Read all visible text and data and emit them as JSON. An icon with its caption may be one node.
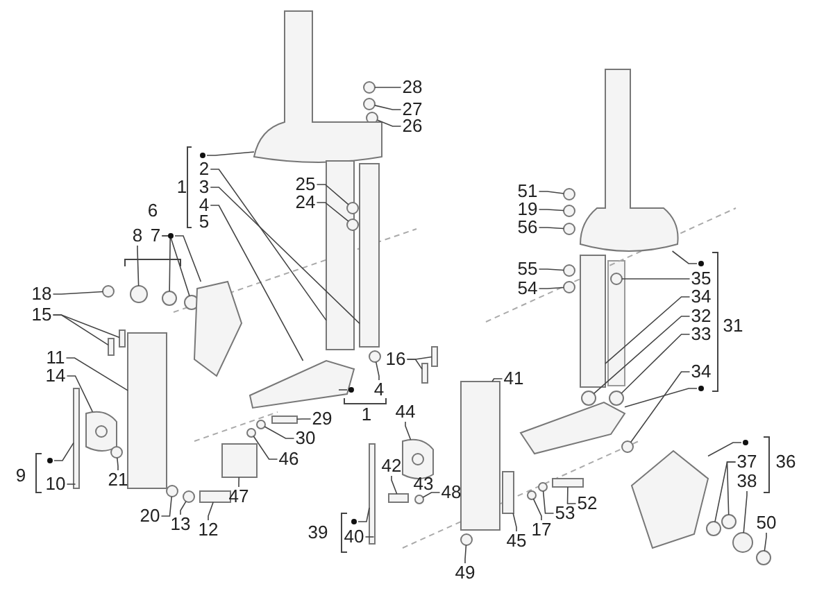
{
  "diagram": {
    "nodes": [
      {
        "text": [
          "28"
        ]
      },
      {
        "text": [
          "27"
        ]
      },
      {
        "text": [
          "26"
        ]
      },
      {
        "text": [],
        "shape": "dot"
      },
      {
        "text": [
          "2"
        ]
      },
      {
        "text": [
          "3"
        ]
      },
      {
        "text": [
          "4"
        ]
      },
      {
        "text": [
          "25"
        ]
      },
      {
        "text": [
          "24"
        ]
      },
      {
        "text": [
          "8"
        ]
      },
      {
        "text": [
          "7"
        ]
      },
      {
        "text": [],
        "shape": "dot"
      },
      {
        "text": [
          "18"
        ]
      },
      {
        "text": [
          "15"
        ]
      },
      {
        "text": [
          "11"
        ]
      },
      {
        "text": [
          "14"
        ]
      },
      {
        "text": [],
        "shape": "dot"
      },
      {
        "text": [
          "10"
        ]
      },
      {
        "text": [
          "21"
        ]
      },
      {
        "text": [
          "29"
        ]
      },
      {
        "text": [
          "30"
        ]
      },
      {
        "text": [
          "46"
        ]
      },
      {
        "text": [
          "47"
        ]
      },
      {
        "text": [
          "20"
        ]
      },
      {
        "text": [
          "13"
        ]
      },
      {
        "text": [
          "12"
        ]
      },
      {
        "text": [],
        "shape": "dot"
      },
      {
        "text": [
          "4"
        ]
      },
      {
        "text": [
          "16"
        ]
      },
      {
        "text": [
          "41"
        ]
      },
      {
        "text": [
          "44"
        ]
      },
      {
        "text": [
          "42"
        ]
      },
      {
        "text": [
          "48"
        ]
      },
      {
        "text": [],
        "shape": "dot"
      },
      {
        "text": [
          "40"
        ]
      },
      {
        "text": [
          "49"
        ]
      },
      {
        "text": [
          "45"
        ]
      },
      {
        "text": [
          "17"
        ]
      },
      {
        "text": [
          "53"
        ]
      },
      {
        "text": [
          "52"
        ]
      },
      {
        "text": [
          "51"
        ]
      },
      {
        "text": [
          "19"
        ]
      },
      {
        "text": [
          "56"
        ]
      },
      {
        "text": [
          "55"
        ]
      },
      {
        "text": [
          "54"
        ]
      },
      {
        "text": [],
        "shape": "dot"
      },
      {
        "text": [
          "35"
        ]
      },
      {
        "text": [
          "34"
        ]
      },
      {
        "text": [
          "32"
        ]
      },
      {
        "text": [
          "33"
        ]
      },
      {
        "text": [
          "34"
        ]
      },
      {
        "text": [],
        "shape": "dot"
      },
      {
        "text": [],
        "shape": "dot"
      },
      {
        "text": [
          "37"
        ]
      },
      {
        "text": [
          "38"
        ]
      },
      {
        "text": [
          "50"
        ]
      },
      {
        "text": [],
        "shape": "circle"
      },
      {
        "text": [],
        "shape": "circle"
      },
      {
        "text": [],
        "shape": "circle"
      },
      {
        "text": [],
        "shape": "picture"
      },
      {
        "text": [],
        "shape": "box"
      },
      {
        "text": [],
        "shape": "box"
      },
      {
        "text": [],
        "shape": "picture"
      },
      {
        "text": [],
        "shape": "circle"
      },
      {
        "text": [],
        "shape": "circle"
      },
      {
        "text": [],
        "shape": "circle"
      },
      {
        "text": [],
        "shape": "circle"
      },
      {
        "text": [],
        "shape": "circle"
      },
      {
        "text": [],
        "shape": "picture"
      },
      {
        "text": [],
        "shape": "circle"
      },
      {
        "text": [],
        "shape": "box"
      },
      {
        "text": [],
        "shape": "box"
      },
      {
        "text": [],
        "shape": "box"
      },
      {
        "text": [],
        "shape": "picture"
      },
      {
        "text": [],
        "shape": "box"
      },
      {
        "text": [],
        "shape": "circle"
      },
      {
        "text": [],
        "shape": "box"
      },
      {
        "text": [],
        "shape": "circle"
      },
      {
        "text": [],
        "shape": "circle"
      },
      {
        "text": [],
        "shape": "box"
      },
      {
        "text": [],
        "shape": "circle"
      },
      {
        "text": [],
        "shape": "circle"
      },
      {
        "text": [],
        "shape": "box"
      },
      {
        "text": [],
        "shape": "circle"
      },
      {
        "text": [],
        "shape": "box"
      },
      {
        "text": [],
        "shape": "box"
      },
      {
        "text": [],
        "shape": "box"
      },
      {
        "text": [],
        "shape": "picture"
      },
      {
        "text": [],
        "shape": "box"
      },
      {
        "text": [],
        "shape": "circle"
      },
      {
        "text": [],
        "shape": "box"
      },
      {
        "text": [],
        "shape": "circle"
      },
      {
        "text": [],
        "shape": "box"
      },
      {
        "text": [],
        "shape": "circle"
      },
      {
        "text": [],
        "shape": "circle"
      },
      {
        "text": [],
        "shape": "box"
      },
      {
        "text": [],
        "shape": "circle"
      },
      {
        "text": [],
        "shape": "circle"
      },
      {
        "text": [],
        "shape": "circle"
      },
      {
        "text": [],
        "shape": "circle"
      },
      {
        "text": [],
        "shape": "circle"
      },
      {
        "text": [],
        "shape": "picture"
      },
      {
        "text": [],
        "shape": "circle"
      },
      {
        "text": [],
        "shape": "box"
      },
      {
        "text": [],
        "shape": "circle"
      },
      {
        "text": [],
        "shape": "circle"
      },
      {
        "text": [],
        "shape": "circle"
      },
      {
        "text": [],
        "shape": "picture"
      },
      {
        "text": [],
        "shape": "picture"
      },
      {
        "text": [],
        "shape": "circle"
      },
      {
        "text": [],
        "shape": "circle"
      },
      {
        "text": [],
        "shape": "circle"
      },
      {
        "text": [],
        "shape": "circle"
      }
    ],
    "edges": [
      {
        "from": 0,
        "to": 56,
        "arrow": "none"
      },
      {
        "from": 1,
        "to": 57,
        "arrow": "none"
      },
      {
        "from": 2,
        "to": 58,
        "arrow": "none"
      },
      {
        "from": 3,
        "to": 59,
        "arrow": "none"
      },
      {
        "from": 4,
        "to": 60,
        "arrow": "none"
      },
      {
        "from": 5,
        "to": 61,
        "arrow": "none"
      },
      {
        "from": 6,
        "to": 62,
        "arrow": "none"
      },
      {
        "from": 7,
        "to": 63,
        "arrow": "none"
      },
      {
        "from": 8,
        "to": 64,
        "arrow": "none"
      },
      {
        "from": 9,
        "to": 65,
        "arrow": "none"
      },
      {
        "from": 10,
        "to": 66,
        "arrow": "none"
      },
      {
        "from": 10,
        "to": 67,
        "arrow": "none"
      },
      {
        "from": 11,
        "to": 68,
        "arrow": "none"
      },
      {
        "from": 12,
        "to": 69,
        "arrow": "none"
      },
      {
        "from": 13,
        "to": 70,
        "arrow": "none"
      },
      {
        "from": 13,
        "to": 71,
        "arrow": "none"
      },
      {
        "from": 14,
        "to": 72,
        "arrow": "none"
      },
      {
        "from": 15,
        "to": 73,
        "arrow": "none"
      },
      {
        "from": 16,
        "to": 74,
        "arrow": "none"
      },
      {
        "from": 17,
        "to": 74,
        "arrow": "none"
      },
      {
        "from": 18,
        "to": 75,
        "arrow": "none"
      },
      {
        "from": 19,
        "to": 76,
        "arrow": "none"
      },
      {
        "from": 20,
        "to": 77,
        "arrow": "none"
      },
      {
        "from": 21,
        "to": 78,
        "arrow": "none"
      },
      {
        "from": 22,
        "to": 79,
        "arrow": "none"
      },
      {
        "from": 23,
        "to": 80,
        "arrow": "none"
      },
      {
        "from": 24,
        "to": 81,
        "arrow": "none"
      },
      {
        "from": 25,
        "to": 82,
        "arrow": "none"
      },
      {
        "from": 26,
        "to": 62,
        "arrow": "none"
      },
      {
        "from": 27,
        "to": 83,
        "arrow": "none"
      },
      {
        "from": 28,
        "to": 84,
        "arrow": "none"
      },
      {
        "from": 28,
        "to": 85,
        "arrow": "none"
      },
      {
        "from": 29,
        "to": 86,
        "arrow": "none"
      },
      {
        "from": 30,
        "to": 87,
        "arrow": "none"
      },
      {
        "from": 31,
        "to": 88,
        "arrow": "none"
      },
      {
        "from": 32,
        "to": 89,
        "arrow": "none"
      },
      {
        "from": 33,
        "to": 90,
        "arrow": "none"
      },
      {
        "from": 34,
        "to": 90,
        "arrow": "none"
      },
      {
        "from": 35,
        "to": 91,
        "arrow": "none"
      },
      {
        "from": 36,
        "to": 92,
        "arrow": "none"
      },
      {
        "from": 37,
        "to": 93,
        "arrow": "none"
      },
      {
        "from": 38,
        "to": 94,
        "arrow": "none"
      },
      {
        "from": 39,
        "to": 95,
        "arrow": "none"
      },
      {
        "from": 40,
        "to": 96,
        "arrow": "none"
      },
      {
        "from": 41,
        "to": 97,
        "arrow": "none"
      },
      {
        "from": 42,
        "to": 98,
        "arrow": "none"
      },
      {
        "from": 43,
        "to": 99,
        "arrow": "none"
      },
      {
        "from": 44,
        "to": 100,
        "arrow": "none"
      },
      {
        "from": 45,
        "to": 101,
        "arrow": "none"
      },
      {
        "from": 46,
        "to": 102,
        "arrow": "none"
      },
      {
        "from": 47,
        "to": 103,
        "arrow": "none"
      },
      {
        "from": 48,
        "to": 104,
        "arrow": "none"
      },
      {
        "from": 49,
        "to": 105,
        "arrow": "none"
      },
      {
        "from": 50,
        "to": 106,
        "arrow": "none"
      },
      {
        "from": 51,
        "to": 107,
        "arrow": "none"
      },
      {
        "from": 52,
        "to": 108,
        "arrow": "none"
      },
      {
        "from": 53,
        "to": 109,
        "arrow": "none"
      },
      {
        "from": 53,
        "to": 110,
        "arrow": "none"
      },
      {
        "from": 54,
        "to": 111,
        "arrow": "none"
      },
      {
        "from": 55,
        "to": 112,
        "arrow": "none"
      }
    ],
    "labels": [
      "1",
      "5",
      "6",
      "9",
      "1",
      "43",
      "39",
      "31",
      "36"
    ]
  }
}
